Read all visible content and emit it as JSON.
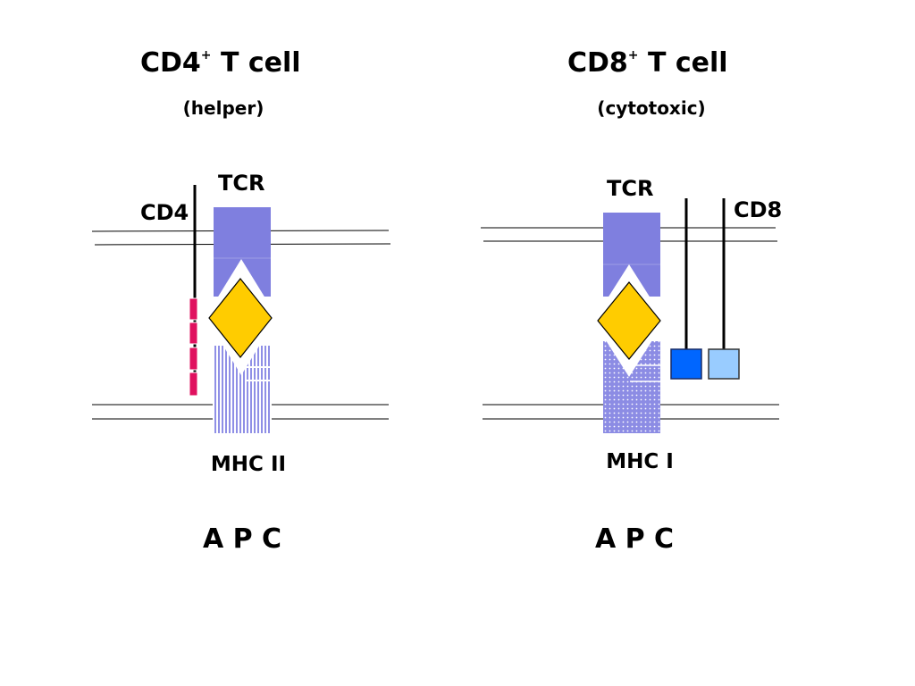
{
  "left_panel": {
    "title": "CD4",
    "title_sup": "+",
    "title_rest": " T cell",
    "subtitle": "(helper)",
    "tcr_label": "TCR",
    "coreceptor_label": "CD4",
    "mhc_label": "MHC II",
    "apc_label": "A P C"
  },
  "right_panel": {
    "title": "CD8",
    "title_sup": "+",
    "title_rest": " T cell",
    "subtitle": "(cytotoxic)",
    "tcr_label": "TCR",
    "coreceptor_label": "CD8",
    "mhc_label": "MHC I",
    "apc_label": "A P C"
  },
  "colors": {
    "tcr": "#7f7fdf",
    "antigen": "#ffcc00",
    "cd4_domain": "#e0115f",
    "cd8_alpha": "#0066ff",
    "cd8_beta": "#99ccff",
    "mhc": "#8f8fe6"
  }
}
